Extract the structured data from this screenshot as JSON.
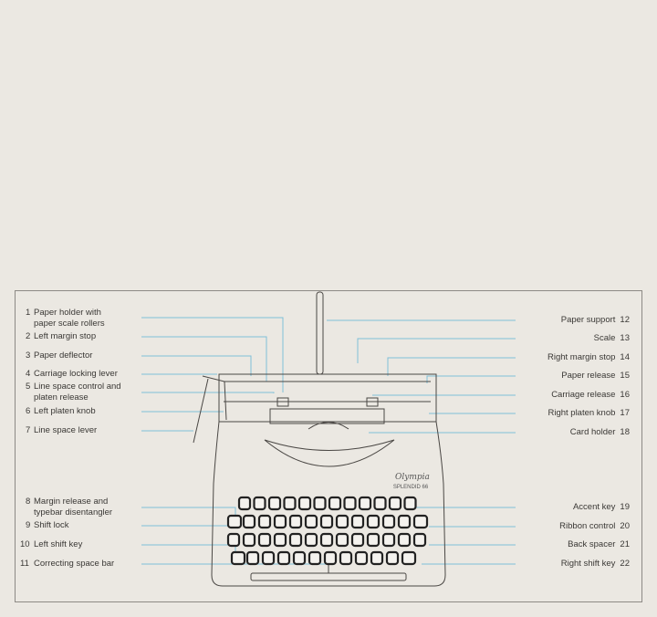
{
  "left_labels": [
    {
      "num": "1",
      "text": [
        "Paper holder with",
        "paper scale rollers"
      ]
    },
    {
      "num": "2",
      "text": [
        "Left margin stop"
      ]
    },
    {
      "num": "3",
      "text": [
        "Paper deflector"
      ]
    },
    {
      "num": "4",
      "text": [
        "Carriage locking lever"
      ]
    },
    {
      "num": "5",
      "text": [
        "Line space control and",
        "platen release"
      ]
    },
    {
      "num": "6",
      "text": [
        "Left platen knob"
      ]
    },
    {
      "num": "7",
      "text": [
        "Line space lever"
      ]
    },
    {
      "num": "8",
      "text": [
        "Margin release and",
        "typebar disentangler"
      ]
    },
    {
      "num": "9",
      "text": [
        "Shift lock"
      ]
    },
    {
      "num": "10",
      "text": [
        "Left shift key"
      ]
    },
    {
      "num": "11",
      "text": [
        "Correcting space bar"
      ]
    }
  ],
  "right_labels": [
    {
      "num": "12",
      "text": "Paper support"
    },
    {
      "num": "13",
      "text": "Scale"
    },
    {
      "num": "14",
      "text": "Right margin stop"
    },
    {
      "num": "15",
      "text": "Paper release"
    },
    {
      "num": "16",
      "text": "Carriage release"
    },
    {
      "num": "17",
      "text": "Right platen knob"
    },
    {
      "num": "18",
      "text": "Card holder"
    },
    {
      "num": "19",
      "text": "Accent key"
    },
    {
      "num": "20",
      "text": "Ribbon control"
    },
    {
      "num": "21",
      "text": "Back spacer"
    },
    {
      "num": "22",
      "text": "Right shift key"
    }
  ],
  "logo": {
    "brand": "Olympia",
    "model": "SPLENDID 66"
  },
  "colors": {
    "leader": "#7fbfd8",
    "ink": "#3a3835",
    "background": "#ebe8e2"
  }
}
